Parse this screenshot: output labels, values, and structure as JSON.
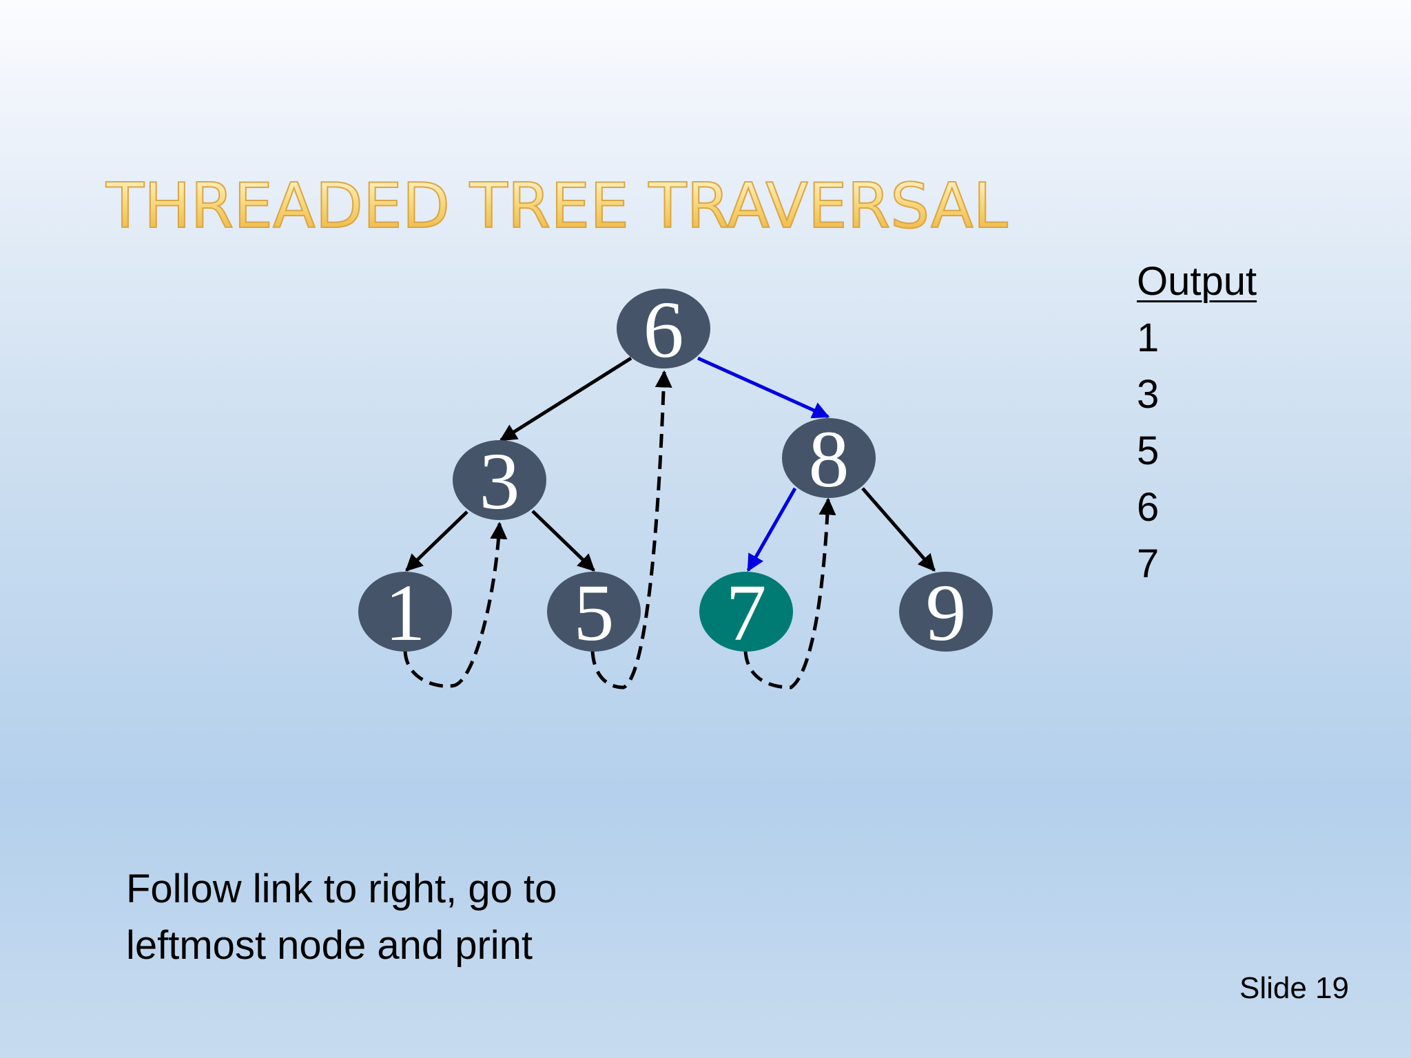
{
  "title": "THREADED TREE TRAVERSAL",
  "colors": {
    "node": "#455468",
    "current_node": "#007b74",
    "active_link": "#0000e0",
    "link": "#000000",
    "title_gold": "#f6c65c"
  },
  "tree": {
    "nodes": [
      {
        "id": "6",
        "label": "6",
        "state": "normal"
      },
      {
        "id": "3",
        "label": "3",
        "state": "normal"
      },
      {
        "id": "8",
        "label": "8",
        "state": "normal"
      },
      {
        "id": "1",
        "label": "1",
        "state": "normal"
      },
      {
        "id": "5",
        "label": "5",
        "state": "normal"
      },
      {
        "id": "7",
        "label": "7",
        "state": "current"
      },
      {
        "id": "9",
        "label": "9",
        "state": "normal"
      }
    ],
    "child_links": [
      {
        "from": "6",
        "to": "3",
        "style": "solid"
      },
      {
        "from": "6",
        "to": "8",
        "style": "active"
      },
      {
        "from": "3",
        "to": "1",
        "style": "solid"
      },
      {
        "from": "3",
        "to": "5",
        "style": "solid"
      },
      {
        "from": "8",
        "to": "7",
        "style": "active"
      },
      {
        "from": "8",
        "to": "9",
        "style": "solid"
      }
    ],
    "thread_links": [
      {
        "from": "1",
        "to": "3",
        "style": "dashed"
      },
      {
        "from": "5",
        "to": "6",
        "style": "dashed"
      },
      {
        "from": "7",
        "to": "8",
        "style": "dashed"
      }
    ]
  },
  "output": {
    "heading": "Output",
    "values": [
      "1",
      "3",
      "5",
      "6",
      "7"
    ]
  },
  "caption": {
    "line1": "Follow link to right, go to",
    "line2": "leftmost node and print"
  },
  "slide_number": "Slide 19"
}
